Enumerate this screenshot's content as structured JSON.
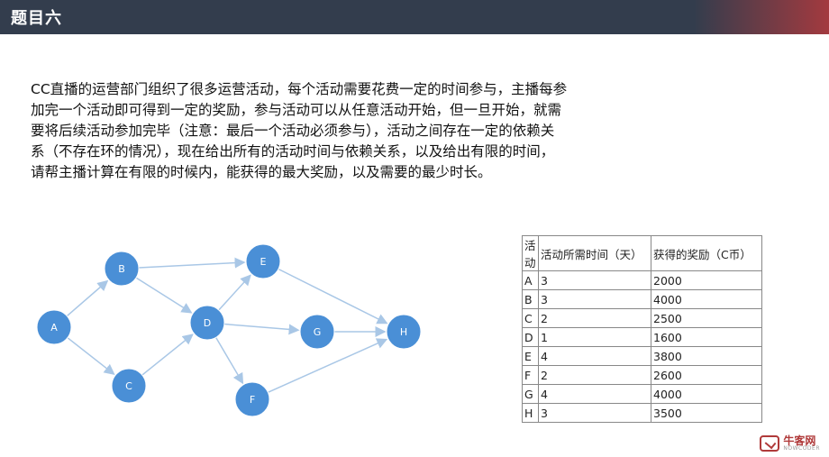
{
  "header": {
    "title": "题目六"
  },
  "problem": {
    "lines": [
      "CC直播的运营部门组织了很多运营活动，每个活动需要花费一定的时间参与，主播每参",
      "加完一个活动即可得到一定的奖励，参与活动可以从任意活动开始，但一旦开始，就需",
      "要将后续活动参加完毕（注意：最后一个活动必须参与），活动之间存在一定的依赖关",
      "系（不存在环的情况），现在给出所有的活动时间与依赖关系，以及给出有限的时间，",
      "请帮主播计算在有限的时候内，能获得的最大奖励，以及需要的最少时长。"
    ]
  },
  "graph": {
    "nodes": [
      {
        "id": "A",
        "label": "A"
      },
      {
        "id": "B",
        "label": "B"
      },
      {
        "id": "C",
        "label": "C"
      },
      {
        "id": "D",
        "label": "D"
      },
      {
        "id": "E",
        "label": "E"
      },
      {
        "id": "F",
        "label": "F"
      },
      {
        "id": "G",
        "label": "G"
      },
      {
        "id": "H",
        "label": "H"
      }
    ],
    "edges": [
      [
        "A",
        "B"
      ],
      [
        "A",
        "C"
      ],
      [
        "B",
        "E"
      ],
      [
        "B",
        "D"
      ],
      [
        "C",
        "D"
      ],
      [
        "D",
        "E"
      ],
      [
        "D",
        "G"
      ],
      [
        "D",
        "F"
      ],
      [
        "E",
        "H"
      ],
      [
        "G",
        "H"
      ],
      [
        "F",
        "H"
      ]
    ],
    "node_color": "#4a8fd6",
    "edge_color": "#a9c7e6"
  },
  "table": {
    "headers": [
      "活动",
      "活动所需时间（天）",
      "获得的奖励（C币）"
    ],
    "rows": [
      [
        "A",
        "3",
        "2000"
      ],
      [
        "B",
        "3",
        "4000"
      ],
      [
        "C",
        "2",
        "2500"
      ],
      [
        "D",
        "1",
        "1600"
      ],
      [
        "E",
        "4",
        "3800"
      ],
      [
        "F",
        "2",
        "2600"
      ],
      [
        "G",
        "4",
        "4000"
      ],
      [
        "H",
        "3",
        "3500"
      ]
    ]
  },
  "brand": {
    "name_cn": "牛客网",
    "name_en": "NOWCODER"
  }
}
